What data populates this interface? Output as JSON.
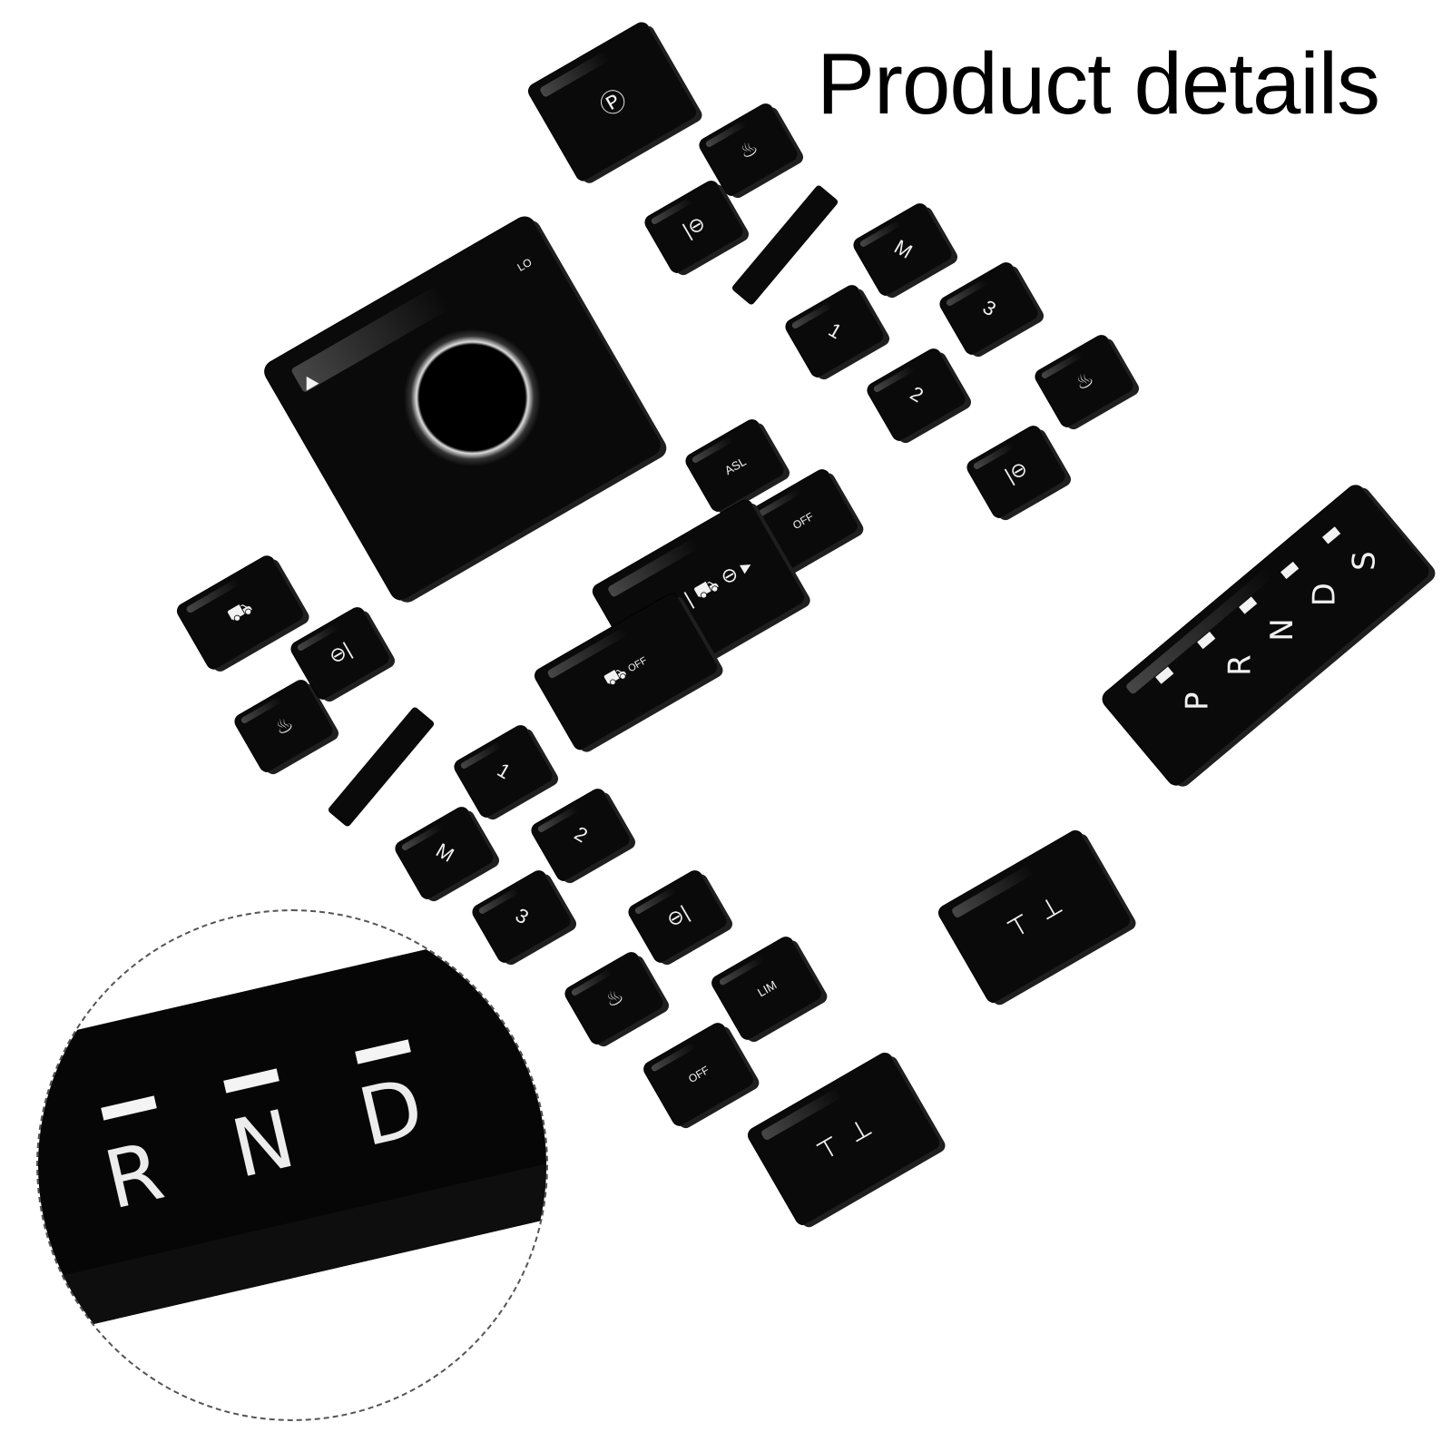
{
  "title": "Product details",
  "keys": {
    "asl": "ASL",
    "aoff": "OFF",
    "lim": "LIM",
    "lo": "LO",
    "off": "OFF",
    "num1": "1",
    "num2": "2",
    "num3": "3",
    "m": "M"
  },
  "shifter": {
    "letters": [
      "P",
      "R",
      "N",
      "D",
      "S"
    ]
  },
  "zoom": {
    "letters": [
      "R",
      "N",
      "D"
    ]
  },
  "icons": [
    "parking-brake-icon",
    "seat-heat-icon",
    "mirror-fold-icon",
    "terrain-response-icon",
    "hill-descent-icon",
    "traction-off-icon",
    "window-up-icon",
    "window-down-icon"
  ]
}
